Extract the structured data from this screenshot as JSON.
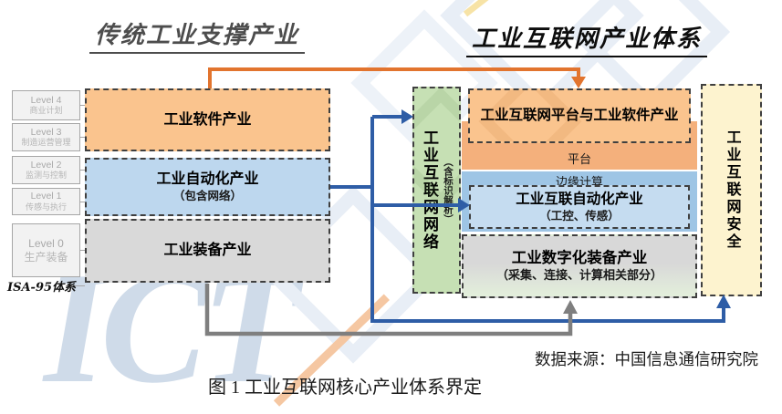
{
  "titles": {
    "left": "传统工业支撑产业",
    "right": "工业互联网产业体系"
  },
  "isa": {
    "levels": [
      {
        "name": "Level 4",
        "desc": "商业计划"
      },
      {
        "name": "Level 3",
        "desc": "制造运营管理"
      },
      {
        "name": "Level 2",
        "desc": "监测与控制"
      },
      {
        "name": "Level 1",
        "desc": "传感与执行"
      },
      {
        "name": "Level 0",
        "desc": "生产装备"
      }
    ],
    "footer": "ISA-95体系"
  },
  "left_column": {
    "software": {
      "label": "工业软件产业"
    },
    "automation": {
      "label": "工业自动化产业",
      "sub": "（包含网络）"
    },
    "equipment": {
      "label": "工业装备产业"
    }
  },
  "network": {
    "label": "工业互联网网络",
    "sub": "（含标识解析）"
  },
  "right_column": {
    "platform_box": {
      "label": "工业互联网平台与工业软件产业"
    },
    "platform_tag": "平台",
    "edge_tag": "边缘计算",
    "automation": {
      "label": "工业互联自动化产业",
      "sub": "（工控、传感）"
    },
    "equipment": {
      "label": "工业数字化装备产业",
      "sub": "（采集、连接、计算相关部分）"
    }
  },
  "security": {
    "label": "工业互联网安全"
  },
  "footer": {
    "source": "数据来源：中国信息通信研究院",
    "caption": "图 1 工业互联网核心产业体系界定"
  },
  "watermark": {
    "text": "ICT"
  },
  "colors": {
    "orange_arrow": "#e2742e",
    "blue_arrow": "#2e5da6",
    "gray_arrow": "#7f7f7f",
    "orange_fill": "#fac48e",
    "blue_fill": "#bdd7ee",
    "gray_fill": "#d9d9d9",
    "green_fill": "#c6e0b4",
    "yellow_fill": "#fdf3cf"
  }
}
